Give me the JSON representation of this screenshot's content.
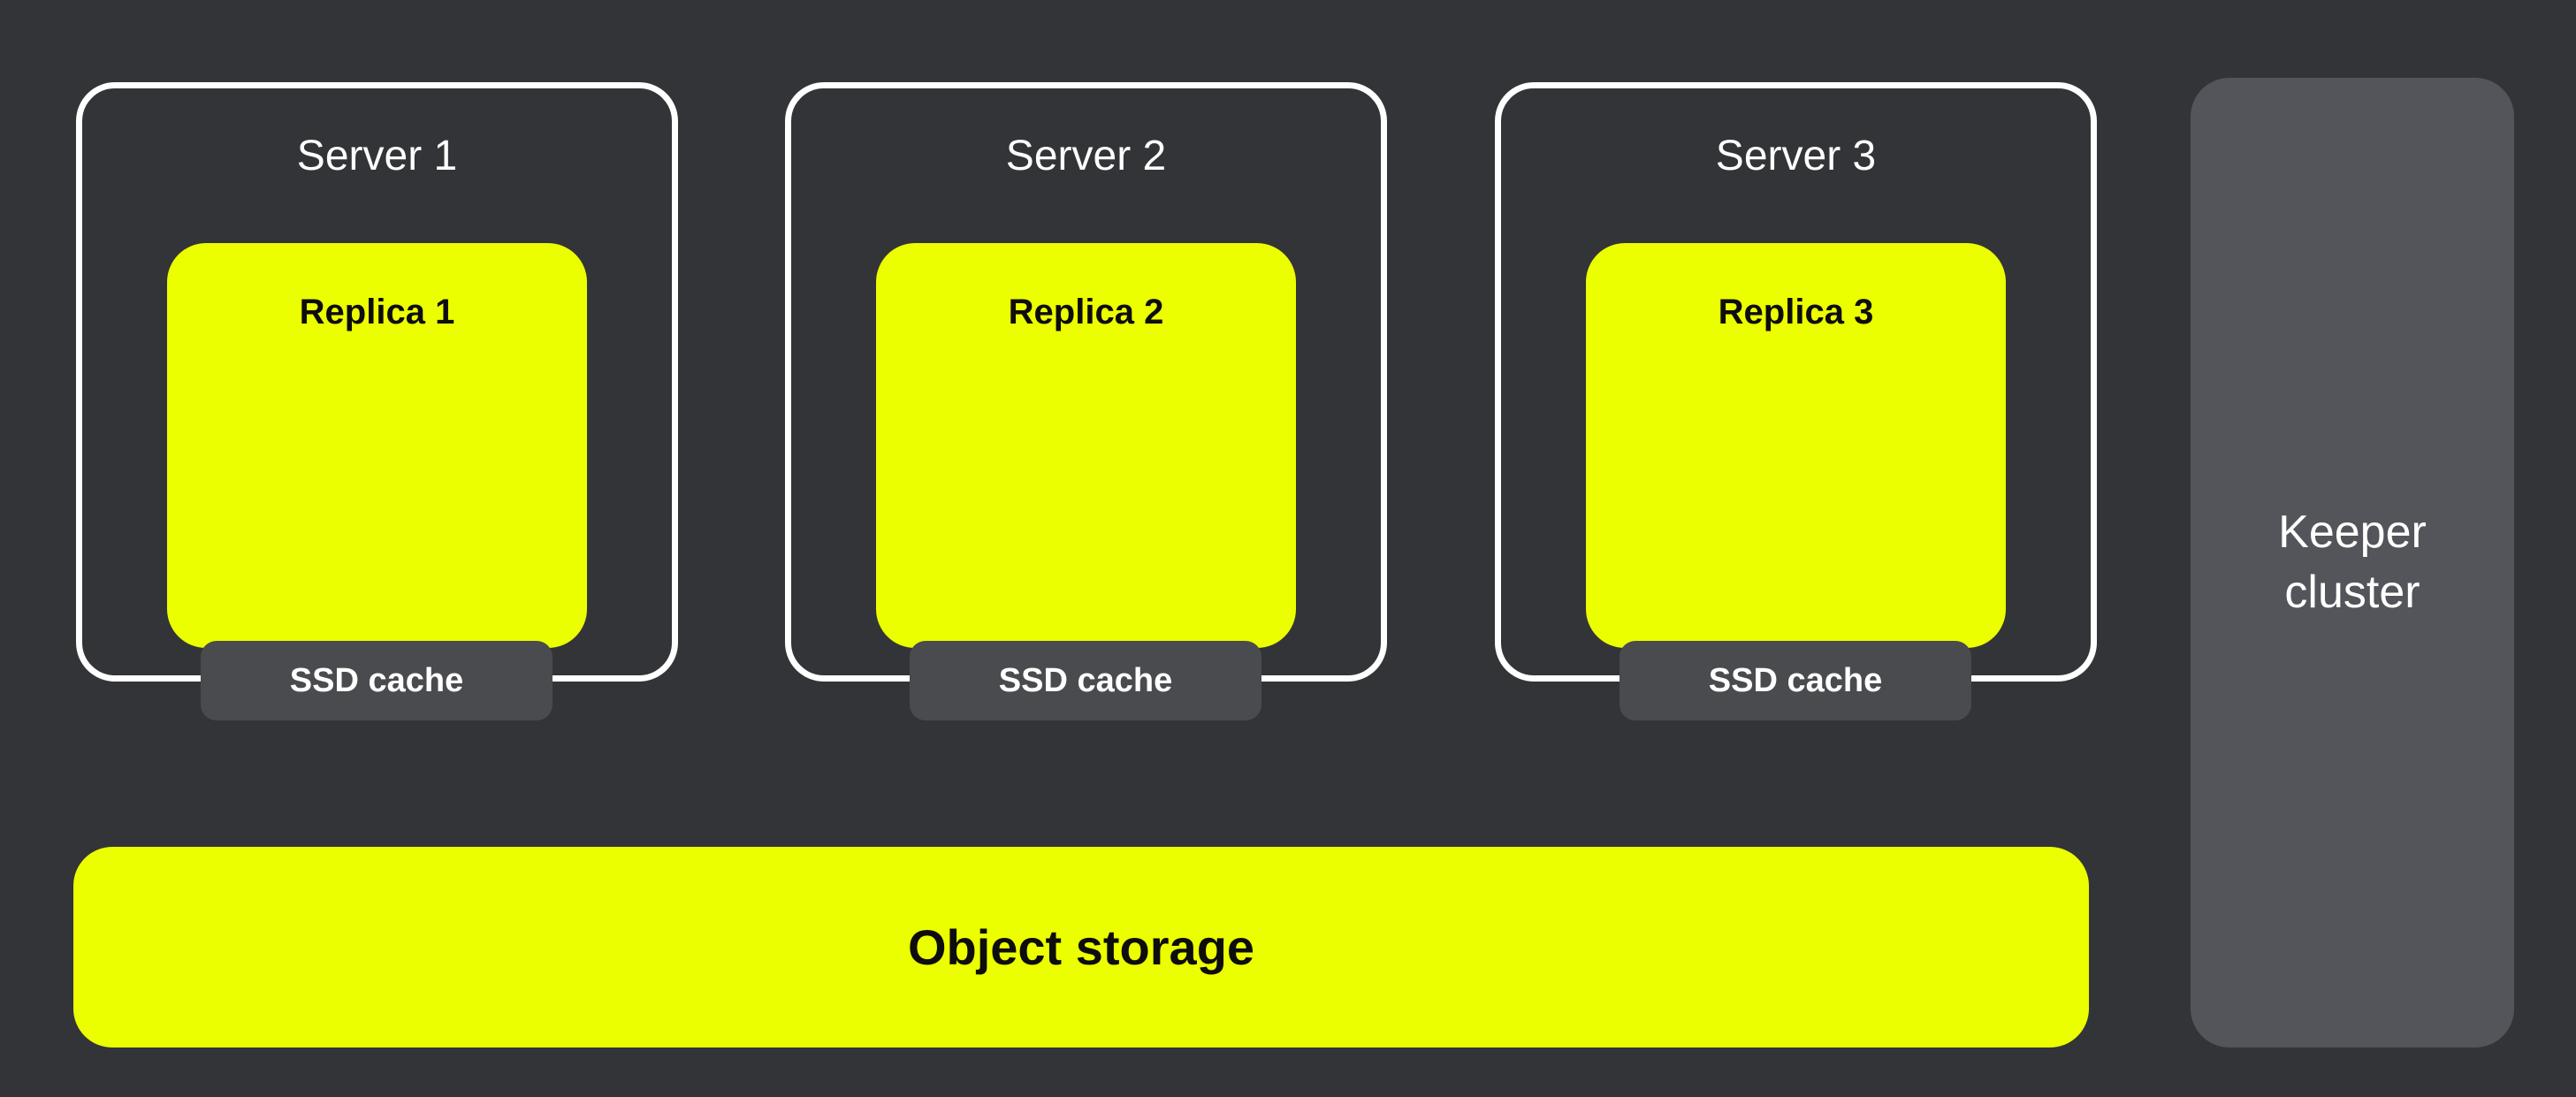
{
  "servers": [
    {
      "title": "Server 1",
      "replica_label": "Replica 1",
      "cache_label": "SSD cache"
    },
    {
      "title": "Server 2",
      "replica_label": "Replica 2",
      "cache_label": "SSD cache"
    },
    {
      "title": "Server 3",
      "replica_label": "Replica 3",
      "cache_label": "SSD cache"
    }
  ],
  "object_storage": {
    "label": "Object storage"
  },
  "keeper_cluster": {
    "label": "Keeper cluster",
    "lines": [
      "Keeper",
      "cluster"
    ]
  },
  "colors": {
    "background": "#333438",
    "server_outline": "#FFFFFF",
    "accent_yellow": "#ECFF00",
    "ssd_cache_gray": "#4A4B4F",
    "keeper_gray": "#54555A",
    "dark_text": "#0D0D0D",
    "light_text": "#FFFFFF"
  }
}
